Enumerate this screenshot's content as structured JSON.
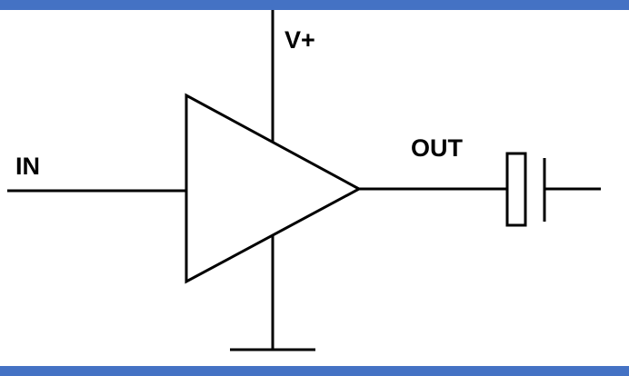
{
  "diagram": {
    "labels": {
      "input": "IN",
      "supply": "V+",
      "output": "OUT"
    },
    "colors": {
      "accent_blue": "#4472C4",
      "line": "#000000",
      "background": "#FFFFFF"
    }
  }
}
